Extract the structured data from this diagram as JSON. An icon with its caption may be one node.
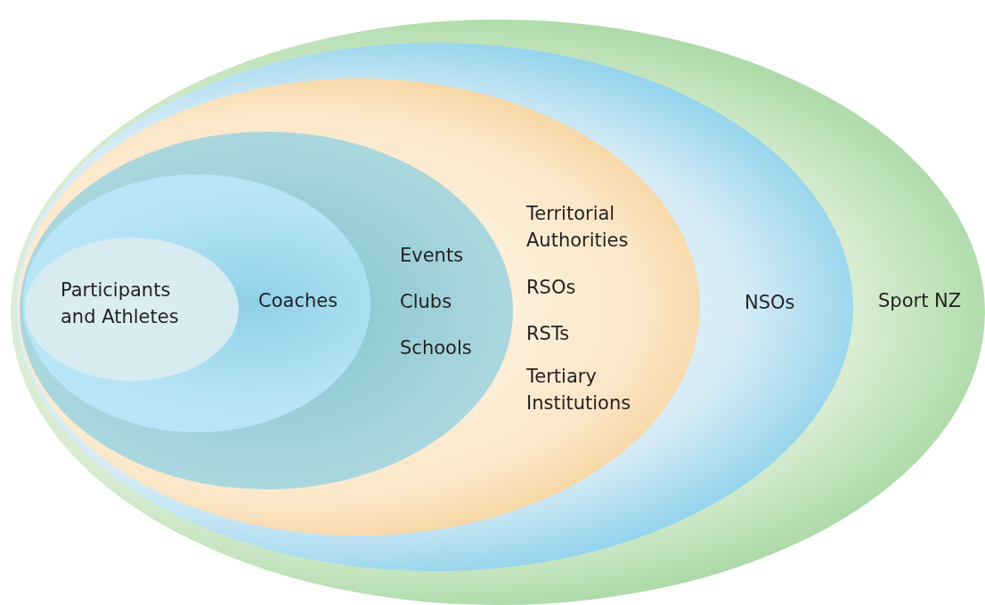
{
  "diagram": {
    "nodes": [
      {
        "text": [
          "Sport NZ"
        ]
      },
      {
        "text": [
          "NSOs"
        ],
        "in": 0
      },
      {
        "text": [
          "Territorial Authorities",
          "RSOs",
          "RSTs",
          "Tertiary Institutions"
        ],
        "in": 1
      },
      {
        "text": [
          "Events",
          "Clubs",
          "Schools"
        ],
        "in": 2
      },
      {
        "text": [
          "Coaches"
        ],
        "in": 3
      },
      {
        "text": [
          "Participants and Athletes"
        ],
        "in": 4
      }
    ]
  }
}
